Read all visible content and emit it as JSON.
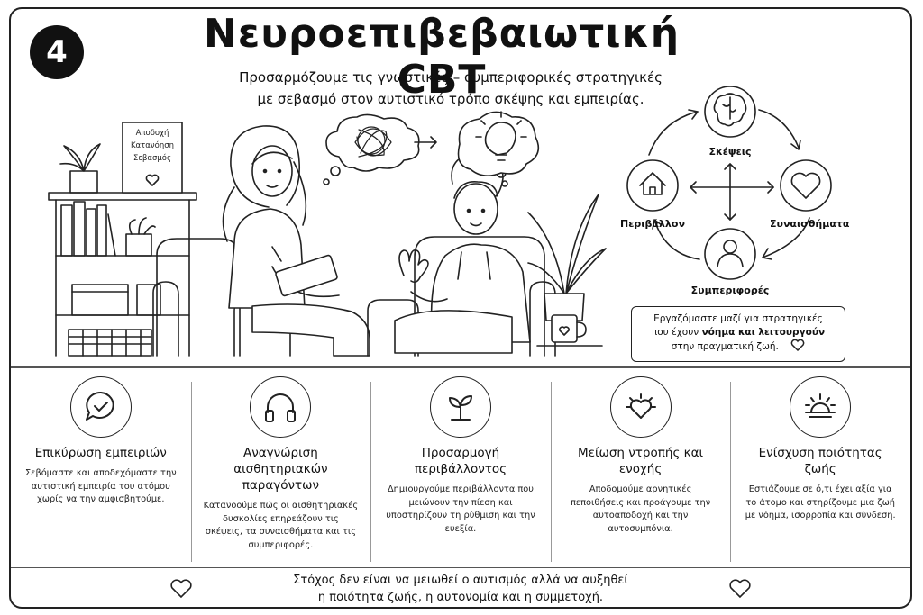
{
  "badge": {
    "number": "4"
  },
  "header": {
    "title": "Νευροεπιβεβαιωτική CBT",
    "subtitle_line1": "Προσαρμόζουμε τις γνωστικές – συμπεριφορικές στρατηγικές",
    "subtitle_line2": "με σεβασμό στον αυτιστικό τρόπο σκέψης και εμπειρίας."
  },
  "scene": {
    "sign_lines": [
      "Αποδοχή",
      "Κατανόηση",
      "Σεβασμός"
    ]
  },
  "cycle": {
    "thoughts": "Σκέψεις",
    "emotions": "Συναισθήματα",
    "behaviors": "Συμπεριφορές",
    "environment": "Περιβάλλον"
  },
  "note": {
    "line1": "Εργαζόμαστε μαζί για στρατηγικές",
    "line2_pre": "που έχουν ",
    "line2_bold": "νόημα και λειτουργούν",
    "line3": "στην πραγματική ζωή."
  },
  "features": [
    {
      "icon": "chat-check-icon",
      "title": "Επικύρωση εμπειριών",
      "text": "Σεβόμαστε και αποδεχόμαστε την αυτιστική εμπειρία του ατόμου χωρίς να την αμφισβητούμε."
    },
    {
      "icon": "headphones-icon",
      "title": "Αναγνώριση αισθητηριακών παραγόντων",
      "text": "Κατανοούμε πώς οι αισθητηριακές δυσκολίες επηρεάζουν τις σκέψεις, τα συναισθήματα και τις συμπεριφορές."
    },
    {
      "icon": "sprout-icon",
      "title": "Προσαρμογή περιβάλλοντος",
      "text": "Δημιουργούμε περιβάλλοντα που μειώνουν την πίεση και υποστηρίζουν τη ρύθμιση και την ευεξία."
    },
    {
      "icon": "heart-rays-icon",
      "title": "Μείωση ντροπής και ενοχής",
      "text": "Αποδομούμε αρνητικές πεποιθήσεις και προάγουμε την αυτοαποδοχή και την αυτοσυμπόνια."
    },
    {
      "icon": "sunrise-icon",
      "title": "Ενίσχυση ποιότητας ζωής",
      "text": "Εστιάζουμε σε ό,τι έχει αξία για το άτομο και στηρίζουμε μια ζωή με νόημα, ισορροπία και σύνδεση."
    }
  ],
  "footer": {
    "line1": "Στόχος δεν είναι να μειωθεί ο αυτισμός αλλά να αυξηθεί",
    "line2": "η ποιότητα ζωής, η αυτονομία και η συμμετοχή."
  }
}
